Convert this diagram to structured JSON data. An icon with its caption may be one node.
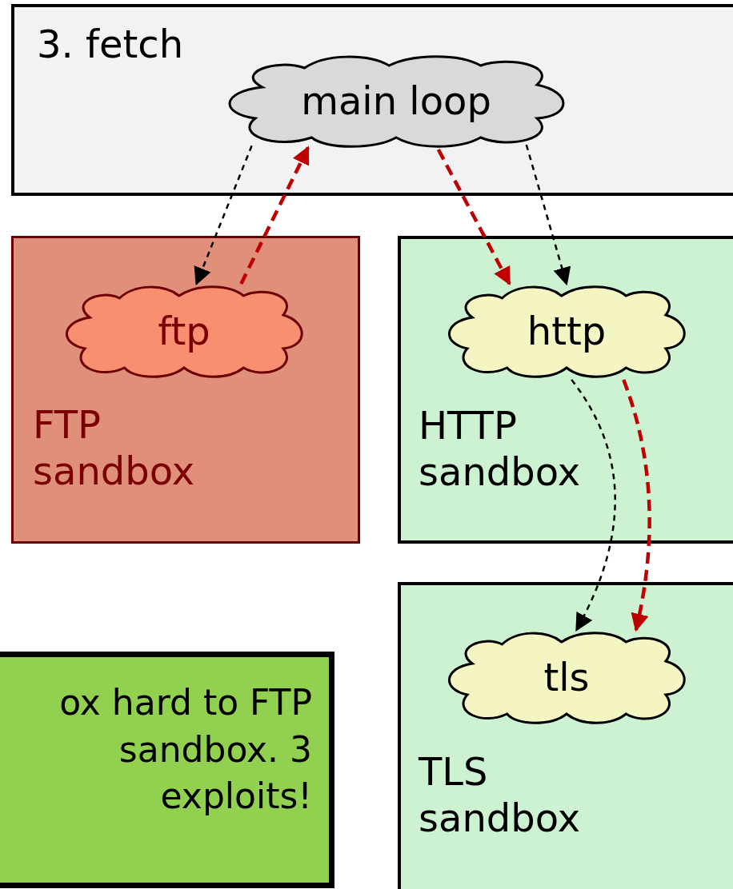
{
  "diagram": {
    "nodes": [
      {
        "text": [
          "3. fetch"
        ]
      },
      {
        "text": [
          "main loop"
        ],
        "in": 0
      },
      {
        "text": [
          "FTP sandbox"
        ]
      },
      {
        "text": [
          "ftp"
        ],
        "in": 2
      },
      {
        "text": [
          "HTTP sandbox"
        ]
      },
      {
        "text": [
          "http"
        ],
        "in": 4
      },
      {
        "text": [
          "TLS sandbox"
        ]
      },
      {
        "text": [
          "tls"
        ],
        "in": 6
      },
      {
        "text": [
          "ox hard to FTP sandbox. 3 exploits!"
        ]
      }
    ],
    "edges": [
      {
        "from": 1,
        "to": 3,
        "arrow": "to",
        "style": "dashed"
      },
      {
        "from": 3,
        "to": 1,
        "arrow": "to",
        "style": "dashed",
        "color": "#c00000"
      },
      {
        "from": 1,
        "to": 5,
        "arrow": "to",
        "style": "dashed",
        "color": "#c00000"
      },
      {
        "from": 1,
        "to": 5,
        "arrow": "to",
        "style": "dashed"
      },
      {
        "from": 5,
        "to": 7,
        "arrow": "to",
        "style": "dashed"
      },
      {
        "from": 5,
        "to": 7,
        "arrow": "to",
        "style": "dashed",
        "color": "#c00000"
      }
    ]
  }
}
